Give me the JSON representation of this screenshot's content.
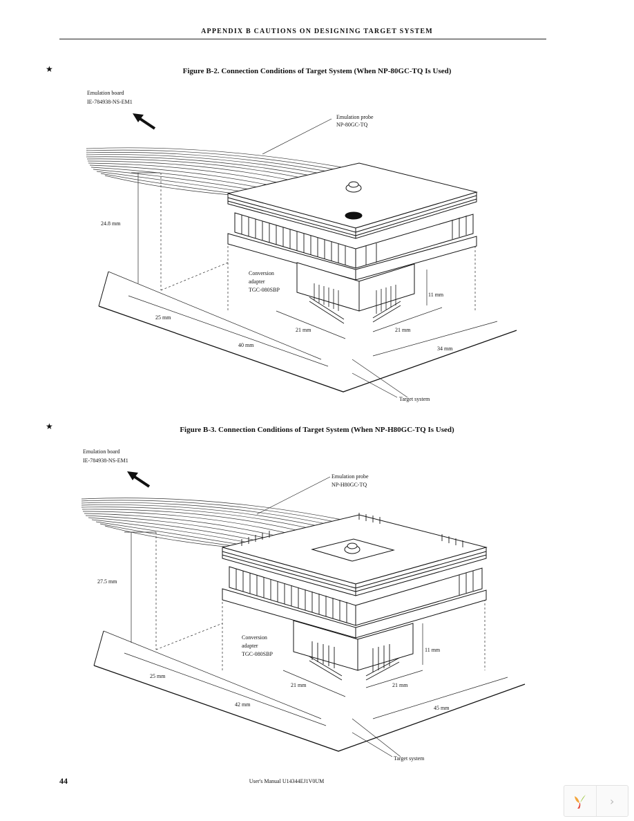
{
  "header": {
    "title": "APPENDIX B  CAUTIONS ON DESIGNING TARGET SYSTEM"
  },
  "figures": [
    {
      "star": "★",
      "title": "Figure B-2.  Connection Conditions of Target System (When NP-80GC-TQ Is Used)",
      "emulation_board": [
        "Emulation board",
        "IE-784938-NS-EM1"
      ],
      "probe": [
        "Emulation probe",
        "NP-80GC-TQ"
      ],
      "adapter": [
        "Conversion",
        "adapter",
        "TGC-080SBP"
      ],
      "target": "Target system",
      "dims": {
        "height": "24.8 mm",
        "d25": "25 mm",
        "d40": "40 mm",
        "d21a": "21 mm",
        "d21b": "21 mm",
        "d11": "11 mm",
        "d34": "34 mm"
      }
    },
    {
      "star": "★",
      "title": "Figure B-3.  Connection Conditions of Target System (When NP-H80GC-TQ Is Used)",
      "emulation_board": [
        "Emulation board",
        "IE-784938-NS-EM1"
      ],
      "probe": [
        "Emulation probe",
        "NP-H80GC-TQ"
      ],
      "adapter": [
        "Conversion",
        "adapter",
        "TGC-080SBP"
      ],
      "target": "Target system",
      "dims": {
        "height": "27.5 mm",
        "d25": "25 mm",
        "d40": "42 mm",
        "d21a": "21 mm",
        "d21b": "21 mm",
        "d11": "11 mm",
        "d34": "45 mm"
      }
    }
  ],
  "footer": {
    "page": "44",
    "manual": "User's Manual  U14344EJ1V0UM"
  },
  "viewer": {
    "next_icon": "chevron-right-icon",
    "logo_icon": "viewer-logo-icon"
  }
}
